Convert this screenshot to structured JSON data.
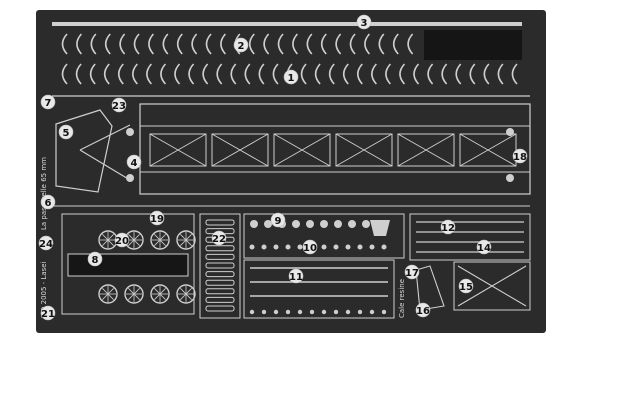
{
  "title": "",
  "side_text": {
    "left_top": "La passerelle 65 mm",
    "left_bottom": "MD 2005 - Lasei",
    "middle": "Cale resine"
  },
  "part_numbers": [
    "1",
    "2",
    "3",
    "4",
    "5",
    "6",
    "7",
    "8",
    "10",
    "11",
    "12",
    "14",
    "15",
    "16",
    "17",
    "18",
    "19",
    "20",
    "21",
    "22",
    "23",
    "24",
    "9"
  ],
  "colors": {
    "fret": "#2b2b2b",
    "etch": "#cfcfcf",
    "frame": "#111111",
    "background": "#ffffff"
  }
}
